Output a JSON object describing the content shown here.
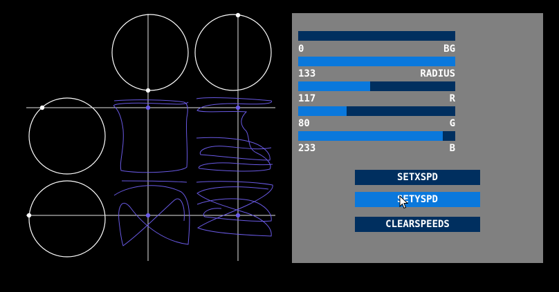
{
  "colors": {
    "background": "#000000",
    "panel": "#808080",
    "slider_track": "#002f5f",
    "slider_fill": "#0a78dc",
    "button_default": "#002f5f",
    "button_hover": "#0a78dc",
    "circle": "#ffffff",
    "curve": "#6a5ae6",
    "text": "#ffffff"
  },
  "sliders": [
    {
      "id": "bg",
      "label": "BG",
      "value": "0",
      "level": 0.0
    },
    {
      "id": "radius",
      "label": "RADIUS",
      "value": "133",
      "level": 1.0
    },
    {
      "id": "r",
      "label": "R",
      "value": "117",
      "level": 0.46
    },
    {
      "id": "g",
      "label": "G",
      "value": "80",
      "level": 0.31
    },
    {
      "id": "b",
      "label": "B",
      "value": "233",
      "level": 0.92
    }
  ],
  "buttons": [
    {
      "id": "setxspd",
      "label": "SETXSPD",
      "hovered": false
    },
    {
      "id": "setyspd",
      "label": "SETYSPD",
      "hovered": true
    },
    {
      "id": "clearspeeds",
      "label": "CLEARSPEEDS",
      "hovered": false
    }
  ],
  "cursor": {
    "icon": "arrow-pointer-icon"
  }
}
